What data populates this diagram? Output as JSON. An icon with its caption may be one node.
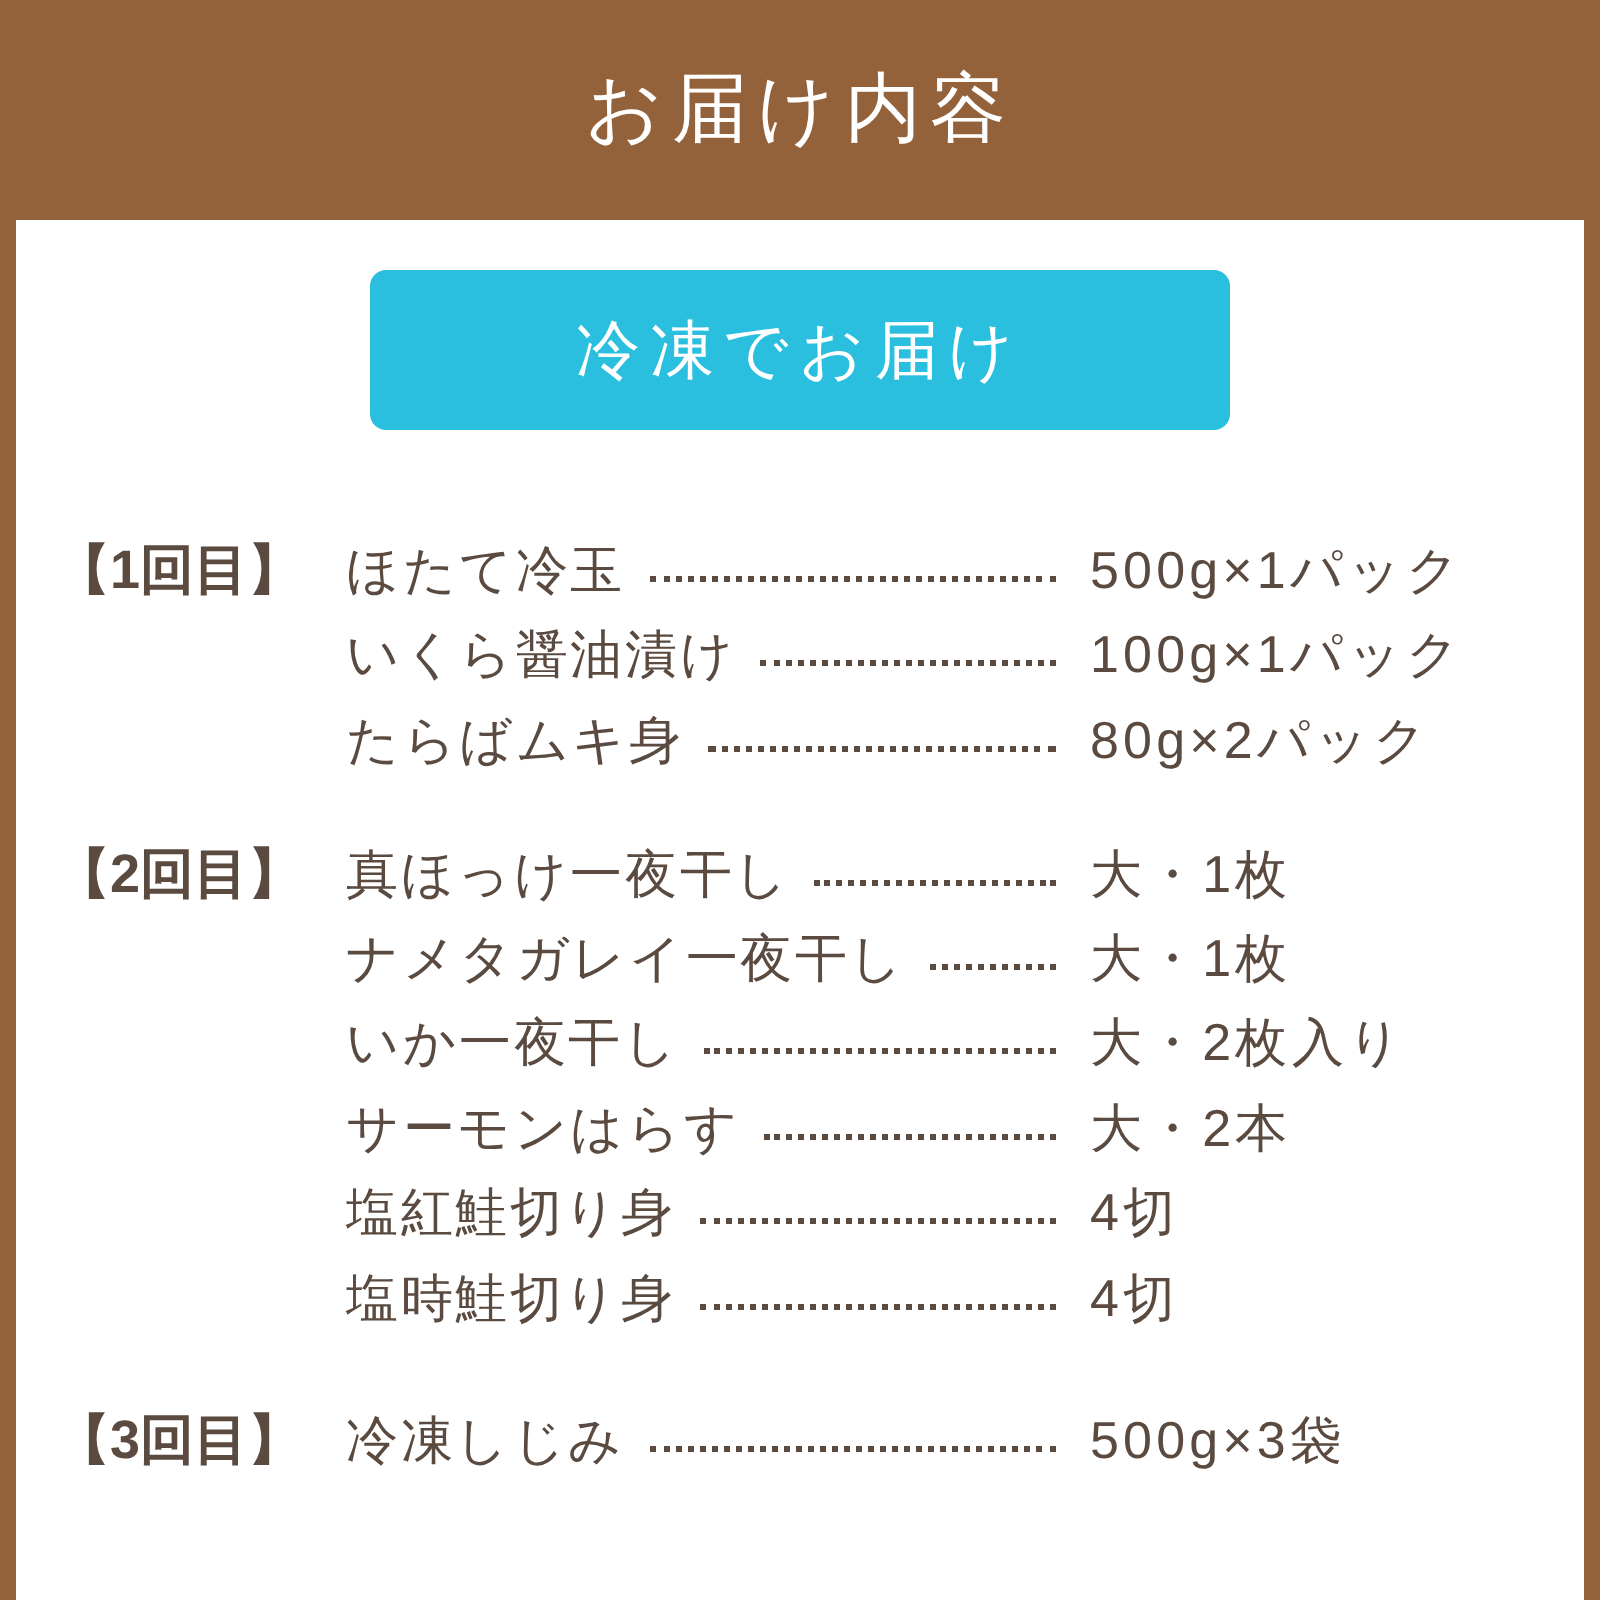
{
  "diagram": {
    "title": "お届け内容",
    "nodes": [
      {
        "text": [
          "冷凍でお届け"
        ]
      }
    ],
    "labels": [
      "【1回目】",
      "ほたて冷玉",
      "500g×1パック",
      "いくら醤油漬け",
      "100g×1パック",
      "たらばムキ身",
      "80g×2パック",
      "【2回目】",
      "真ほっけ一夜干し",
      "大・1枚",
      "ナメタガレイ一夜干し",
      "大・1枚",
      "いか一夜干し",
      "大・2枚入り",
      "サーモンはらす",
      "大・2本",
      "塩紅鮭切り身",
      "4切",
      "塩時鮭切り身",
      "4切",
      "【3回目】",
      "冷凍しじみ",
      "500g×3袋"
    ]
  }
}
